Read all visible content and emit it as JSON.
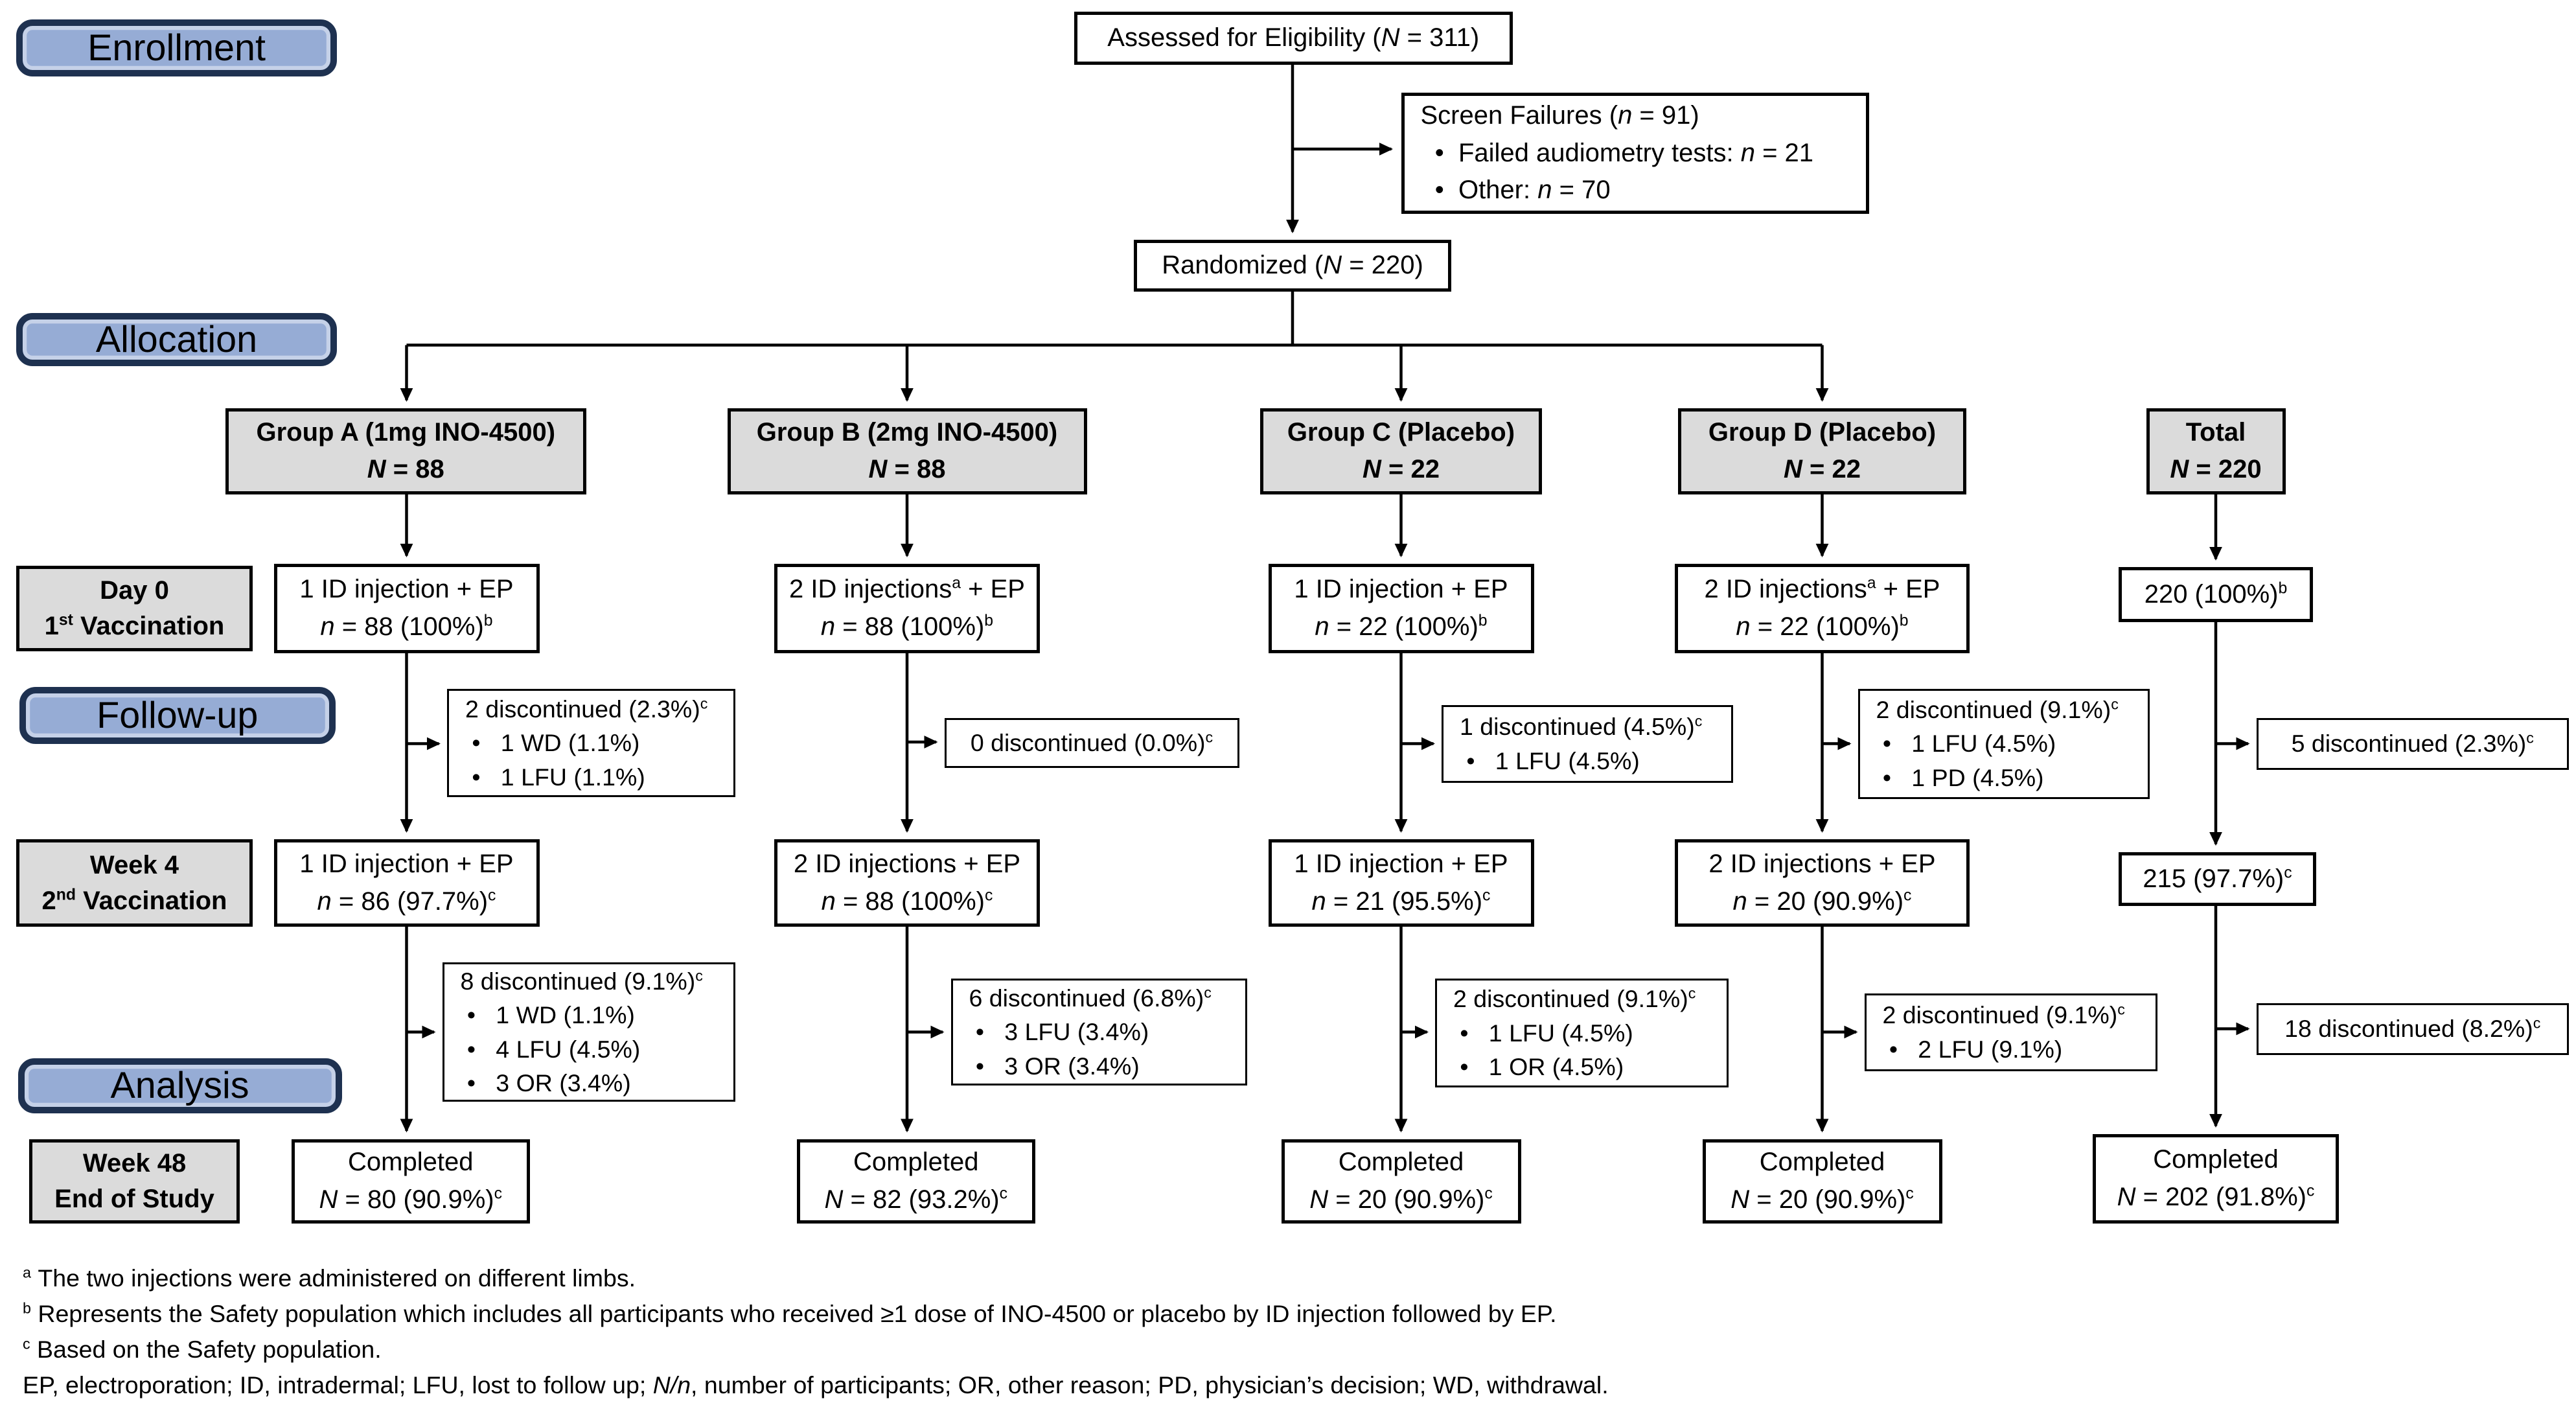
{
  "palette": {
    "phase_fill": "#96ACD5",
    "phase_border": "#1E3150",
    "stage_fill": "#DBDBDB",
    "box_border": "#000000",
    "background": "#FFFFFF"
  },
  "phases": [
    {
      "label": "Enrollment"
    },
    {
      "label": "Allocation"
    },
    {
      "label": "Follow-up"
    },
    {
      "label": "Analysis"
    }
  ],
  "stages": [
    {
      "lines": [
        [
          "Day 0"
        ],
        [
          "1",
          {
            "s": "st"
          },
          " Vaccination"
        ]
      ]
    },
    {
      "lines": [
        [
          "Week 4"
        ],
        [
          "2",
          {
            "s": "nd"
          },
          " Vaccination"
        ]
      ]
    },
    {
      "lines": [
        [
          "Week 48"
        ],
        [
          "End of Study"
        ]
      ]
    }
  ],
  "top": {
    "assessed": [
      [
        "Assessed for Eligibility (",
        {
          "i": "N"
        },
        " = 311)"
      ]
    ],
    "screen_failures": [
      [
        "Screen Failures (",
        {
          "i": "n"
        },
        " = 91)"
      ],
      [
        "  •  Failed audiometry tests: ",
        {
          "i": "n"
        },
        " = 21"
      ],
      [
        "  •  Other: ",
        {
          "i": "n"
        },
        " = 70"
      ]
    ],
    "randomized": [
      [
        "Randomized (",
        {
          "i": "N"
        },
        " = 220)"
      ]
    ]
  },
  "groups": [
    {
      "header": [
        [
          "Group A (1mg INO-4500)"
        ],
        [
          {
            "i": "N"
          },
          " = 88"
        ]
      ],
      "day0": [
        [
          "1 ID injection + EP"
        ],
        [
          {
            "i": "n"
          },
          " = 88 (100%)",
          {
            "s": "b"
          }
        ]
      ],
      "disc1": [
        [
          "2 discontinued (2.3%)",
          {
            "s": "c"
          }
        ],
        [
          " •   1 WD (1.1%)"
        ],
        [
          " •   1 LFU (1.1%)"
        ]
      ],
      "week4": [
        [
          "1 ID injection + EP"
        ],
        [
          {
            "i": "n"
          },
          " = 86 (97.7%)",
          {
            "s": "c"
          }
        ]
      ],
      "disc2": [
        [
          "8 discontinued (9.1%)",
          {
            "s": "c"
          }
        ],
        [
          " •   1 WD (1.1%)"
        ],
        [
          " •   4 LFU (4.5%)"
        ],
        [
          " •   3 OR (3.4%)"
        ]
      ],
      "completed": [
        [
          "Completed"
        ],
        [
          {
            "i": "N"
          },
          " = 80 (90.9%)",
          {
            "s": "c"
          }
        ]
      ]
    },
    {
      "header": [
        [
          "Group B (2mg INO-4500)"
        ],
        [
          {
            "i": "N"
          },
          " = 88"
        ]
      ],
      "day0": [
        [
          "2 ID injections",
          {
            "s": "a"
          },
          " + EP"
        ],
        [
          {
            "i": "n"
          },
          " = 88 (100%)",
          {
            "s": "b"
          }
        ]
      ],
      "disc1": [
        [
          "0 discontinued (0.0%)",
          {
            "s": "c"
          }
        ]
      ],
      "week4": [
        [
          "2 ID injections + EP"
        ],
        [
          {
            "i": "n"
          },
          " = 88 (100%)",
          {
            "s": "c"
          }
        ]
      ],
      "disc2": [
        [
          "6 discontinued (6.8%)",
          {
            "s": "c"
          }
        ],
        [
          " •   3 LFU (3.4%)"
        ],
        [
          " •   3 OR (3.4%)"
        ]
      ],
      "completed": [
        [
          "Completed"
        ],
        [
          {
            "i": "N"
          },
          " = 82 (93.2%)",
          {
            "s": "c"
          }
        ]
      ]
    },
    {
      "header": [
        [
          "Group C (Placebo)"
        ],
        [
          {
            "i": "N"
          },
          " = 22"
        ]
      ],
      "day0": [
        [
          "1 ID injection + EP"
        ],
        [
          {
            "i": "n"
          },
          " = 22 (100%)",
          {
            "s": "b"
          }
        ]
      ],
      "disc1": [
        [
          "1 discontinued (4.5%)",
          {
            "s": "c"
          }
        ],
        [
          " •   1 LFU (4.5%)"
        ]
      ],
      "week4": [
        [
          "1 ID injection + EP"
        ],
        [
          {
            "i": "n"
          },
          " = 21 (95.5%)",
          {
            "s": "c"
          }
        ]
      ],
      "disc2": [
        [
          "2 discontinued (9.1%)",
          {
            "s": "c"
          }
        ],
        [
          " •   1 LFU (4.5%)"
        ],
        [
          " •   1 OR (4.5%)"
        ]
      ],
      "completed": [
        [
          "Completed"
        ],
        [
          {
            "i": "N"
          },
          " = 20 (90.9%)",
          {
            "s": "c"
          }
        ]
      ]
    },
    {
      "header": [
        [
          "Group D (Placebo)"
        ],
        [
          {
            "i": "N"
          },
          " = 22"
        ]
      ],
      "day0": [
        [
          "2 ID injections",
          {
            "s": "a"
          },
          " + EP"
        ],
        [
          {
            "i": "n"
          },
          " = 22 (100%)",
          {
            "s": "b"
          }
        ]
      ],
      "disc1": [
        [
          "2 discontinued (9.1%)",
          {
            "s": "c"
          }
        ],
        [
          " •   1 LFU (4.5%)"
        ],
        [
          " •   1 PD (4.5%)"
        ]
      ],
      "week4": [
        [
          "2 ID injections + EP"
        ],
        [
          {
            "i": "n"
          },
          " = 20 (90.9%)",
          {
            "s": "c"
          }
        ]
      ],
      "disc2": [
        [
          "2 discontinued (9.1%)",
          {
            "s": "c"
          }
        ],
        [
          " •   2 LFU (9.1%)"
        ]
      ],
      "completed": [
        [
          "Completed"
        ],
        [
          {
            "i": "N"
          },
          " = 20 (90.9%)",
          {
            "s": "c"
          }
        ]
      ]
    }
  ],
  "total": {
    "header": [
      [
        "Total"
      ],
      [
        {
          "i": "N"
        },
        " = 220"
      ]
    ],
    "day0": [
      [
        "220 (100%)",
        {
          "s": "b"
        }
      ]
    ],
    "disc1": [
      [
        "5 discontinued (2.3%)",
        {
          "s": "c"
        }
      ]
    ],
    "week4": [
      [
        "215 (97.7%)",
        {
          "s": "c"
        }
      ]
    ],
    "disc2": [
      [
        "18 discontinued (8.2%)",
        {
          "s": "c"
        }
      ]
    ],
    "completed": [
      [
        "Completed"
      ],
      [
        {
          "i": "N"
        },
        " = 202 (91.8%)",
        {
          "s": "c"
        }
      ]
    ]
  },
  "footnotes": [
    [
      {
        "s": "a"
      },
      " The two injections were administered on different limbs."
    ],
    [
      {
        "s": "b"
      },
      " Represents the Safety population which includes all participants who received ≥1 dose of INO-4500 or placebo by ID injection followed by EP."
    ],
    [
      {
        "s": "c"
      },
      " Based on the Safety population."
    ],
    [
      "EP, electroporation; ID, intradermal; LFU, lost to follow up; ",
      {
        "i": "N/n"
      },
      ", number of participants; OR, other reason; PD, physician’s decision; WD, withdrawal."
    ]
  ]
}
